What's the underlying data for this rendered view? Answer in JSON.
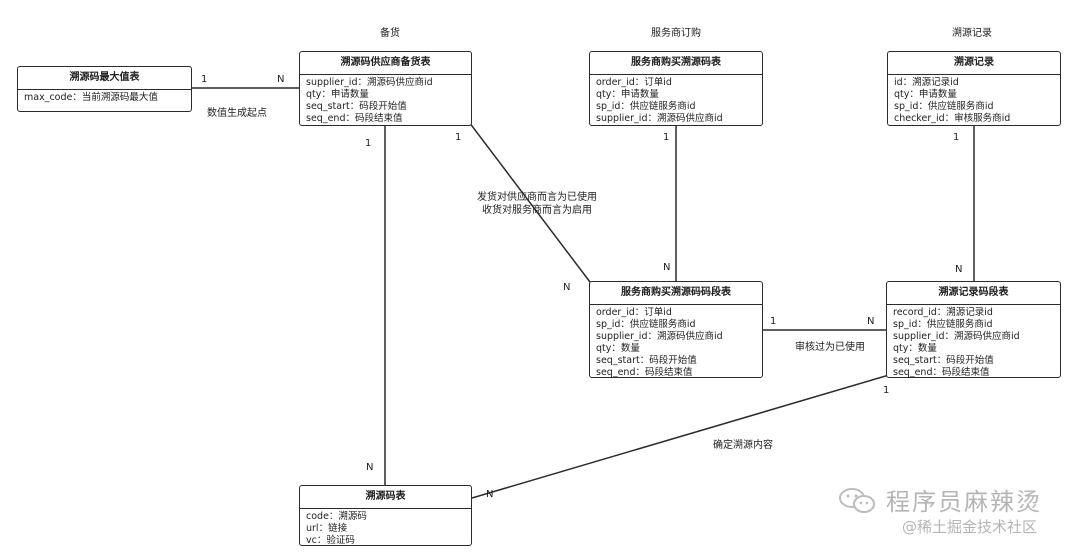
{
  "sections": {
    "stock": "备货",
    "order": "服务商订购",
    "trace": "溯源记录"
  },
  "entities": {
    "max_code": {
      "title": "溯源码最大值表",
      "fields": [
        "max_code：当前溯源码最大值"
      ]
    },
    "supplier_stock": {
      "title": "溯源码供应商备货表",
      "fields": [
        "supplier_id：溯源码供应商id",
        "qty：申请数量",
        "seq_start：码段开始值",
        "seq_end：码段结束值"
      ]
    },
    "sp_order": {
      "title": "服务商购买溯源码表",
      "fields": [
        "order_id：订单id",
        "qty：申请数量",
        "sp_id：供应链服务商id",
        "supplier_id：溯源码供应商id"
      ]
    },
    "trace_record": {
      "title": "溯源记录",
      "fields": [
        "id：溯源记录id",
        "qty：申请数量",
        "sp_id：供应链服务商id",
        "checker_id：审核服务商id"
      ]
    },
    "sp_order_segment": {
      "title": "服务商购买溯源码码段表",
      "fields": [
        "order_id：订单id",
        "sp_id：供应链服务商id",
        "supplier_id：溯源码供应商id",
        "qty：数量",
        "seq_start：码段开始值",
        "seq_end：码段结束值"
      ]
    },
    "trace_record_segment": {
      "title": "溯源记录码段表",
      "fields": [
        "record_id：溯源记录id",
        "sp_id：供应链服务商id",
        "supplier_id：溯源码供应商id",
        "qty：数量",
        "seq_start：码段开始值",
        "seq_end：码段结束值"
      ]
    },
    "trace_code": {
      "title": "溯源码表",
      "fields": [
        "code：溯源码",
        "url：链接",
        "vc：验证码"
      ]
    }
  },
  "relations": {
    "max_to_stock": {
      "from_card": "1",
      "to_card": "N",
      "label": "数值生成起点"
    },
    "stock_to_order_segment": {
      "from_card": "1",
      "to_card": "N",
      "label_lines": [
        "发货对供应商而言为已使用",
        "收货对服务商而言为启用"
      ]
    },
    "stock_to_code": {
      "from_card": "1",
      "to_card": "N"
    },
    "order_to_order_segment": {
      "from_card": "1",
      "to_card": "N"
    },
    "record_to_record_segment": {
      "from_card": "1",
      "to_card": "N"
    },
    "order_segment_to_record_segment": {
      "from_card": "1",
      "to_card": "N",
      "label": "审核过为已使用"
    },
    "record_segment_to_code": {
      "from_card": "1",
      "to_card": "N",
      "label": "确定溯源内容"
    }
  },
  "watermark": {
    "line1": "程序员麻辣烫",
    "line2": "@稀土掘金技术社区",
    "icon": "wechat-icon"
  }
}
